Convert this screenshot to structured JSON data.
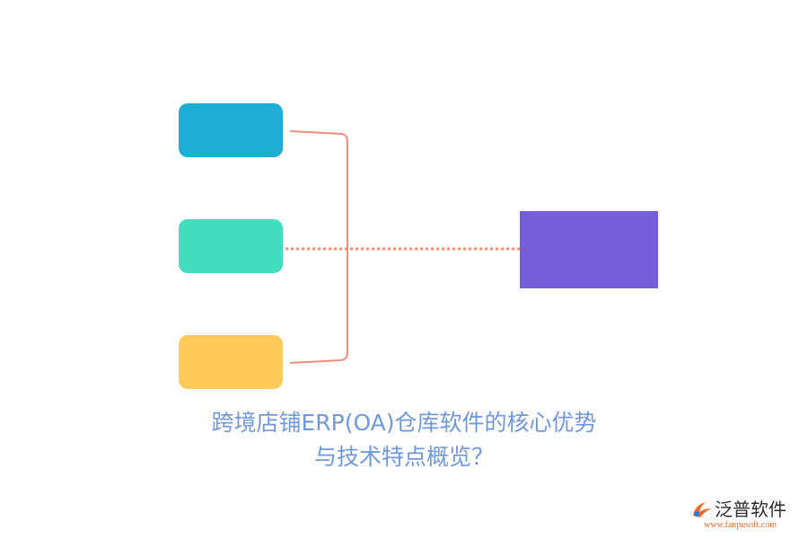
{
  "diagram": {
    "caption_line1": "跨境店铺ERP(OA)仓库软件的核心优势",
    "caption_line2": "与技术特点概览？",
    "colors": {
      "box_top": "#1eadd4",
      "box_middle": "#43ddc0",
      "box_bottom": "#fecb5b",
      "target": "#745fd9",
      "connector": "#ef8f7a",
      "caption": "#6f98df"
    }
  },
  "logo": {
    "name": "泛普软件",
    "url": "www.fanpusoft.com",
    "icon": "fanpu-logo-icon"
  }
}
